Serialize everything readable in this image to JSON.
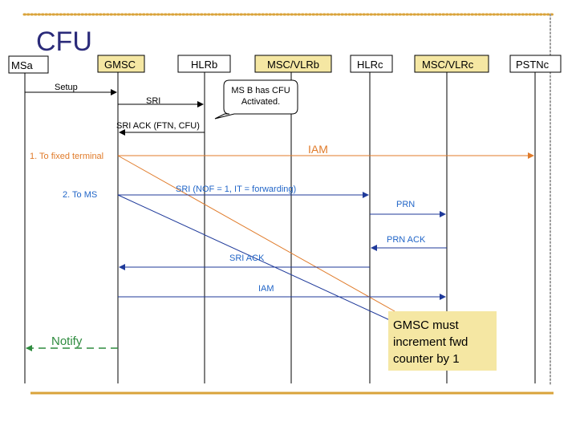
{
  "slide": {
    "title": "CFU"
  },
  "entities": [
    {
      "id": "msa",
      "label": "MSa",
      "fill": "#ffffff"
    },
    {
      "id": "gmsc",
      "label": "GMSC",
      "fill": "#f5e7a3"
    },
    {
      "id": "hlrb",
      "label": "HLRb",
      "fill": "#ffffff"
    },
    {
      "id": "mscvlrb",
      "label": "MSC/VLRb",
      "fill": "#f5e7a3"
    },
    {
      "id": "hlrc",
      "label": "HLRc",
      "fill": "#ffffff"
    },
    {
      "id": "mscvlrc",
      "label": "MSC/VLRc",
      "fill": "#f5e7a3"
    },
    {
      "id": "pstnc",
      "label": "PSTNc",
      "fill": "#ffffff"
    }
  ],
  "messages": {
    "setup": "Setup",
    "sri": "SRI",
    "sri_ack_ftn_cfu": "SRI ACK (FTN, CFU)",
    "to_fixed_terminal": "1. To fixed terminal",
    "iam_fixed": "IAM",
    "to_ms": "2. To MS",
    "sri_nof": "SRI (NOF = 1, IT = forwarding)",
    "prn": "PRN",
    "prn_ack": "PRN ACK",
    "sri_ack": "SRI ACK",
    "iam_ms": "IAM",
    "notify": "Notify"
  },
  "callouts": {
    "cfu_activated": [
      "MS B has CFU",
      "Activated."
    ],
    "gmsc_note": [
      "GMSC must",
      "increment fwd",
      "counter by 1"
    ]
  },
  "colors": {
    "title": "#2b2b7a",
    "border_orange": "#d9a33a",
    "border_grey": "#9a9a9a",
    "black_arrow": "#000000",
    "orange_flow": "#e07b2a",
    "blue_flow": "#1f3a9a",
    "blue_text": "#2266c8",
    "green_notify": "#2e8b3e",
    "note_fill": "#f5e7a3"
  }
}
